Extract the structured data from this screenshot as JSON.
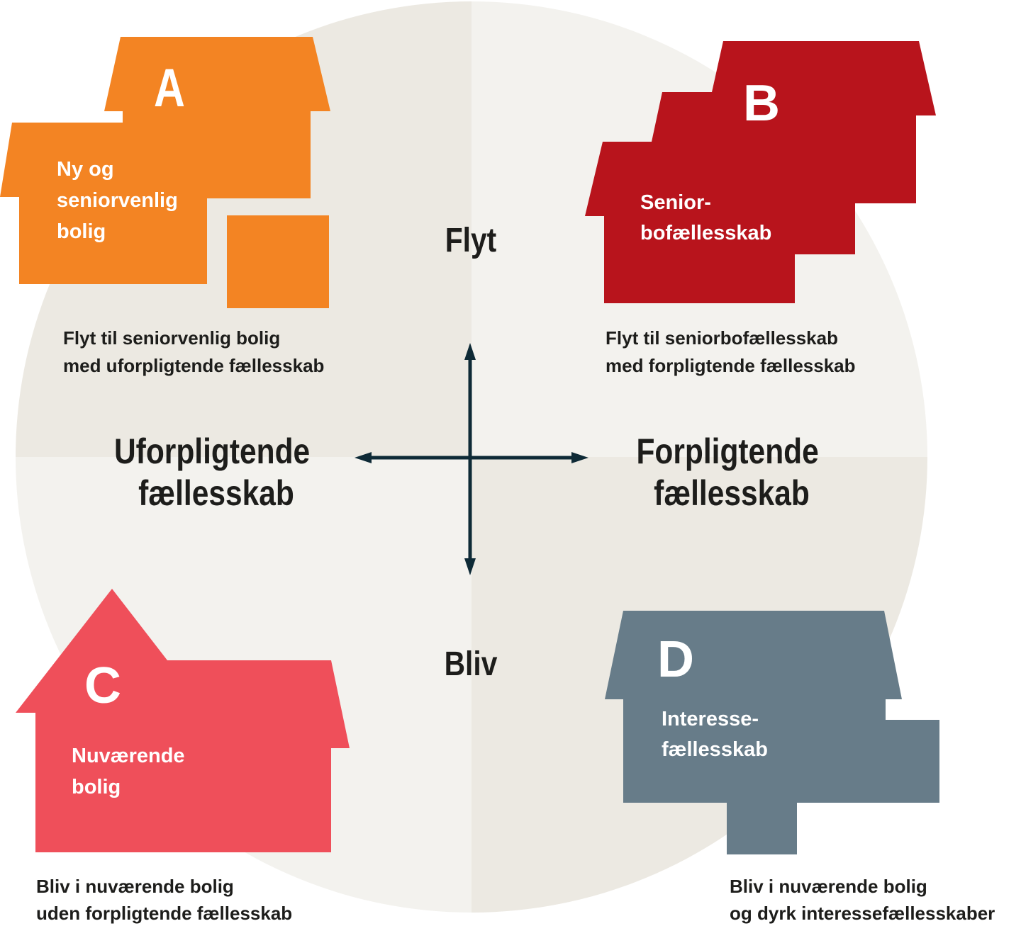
{
  "colors": {
    "house_a": "#f38423",
    "house_b": "#b8141c",
    "house_c": "#ef4f5a",
    "house_d": "#677c89",
    "quadrant_dark": "#ece9e2",
    "quadrant_light": "#f3f2ee",
    "arrows": "#0e2a36"
  },
  "axes": {
    "top": "Flyt",
    "bottom": "Bliv",
    "left": [
      "Uforpligtende",
      "fællesskab"
    ],
    "right": [
      "Forpligtende",
      "fællesskab"
    ]
  },
  "houses": {
    "a": {
      "letter": "A",
      "label": [
        "Ny og",
        "seniorvenlig",
        "bolig"
      ],
      "caption": [
        "Flyt til seniorvenlig bolig",
        "med uforpligtende fællesskab"
      ]
    },
    "b": {
      "letter": "B",
      "label": [
        "Senior-",
        "bofællesskab"
      ],
      "caption": [
        "Flyt til seniorbofællesskab",
        "med forpligtende fællesskab"
      ]
    },
    "c": {
      "letter": "C",
      "label": [
        "Nuværende",
        "bolig"
      ],
      "caption": [
        "Bliv i nuværende bolig",
        "uden forpligtende fællesskab"
      ]
    },
    "d": {
      "letter": "D",
      "label": [
        "Interesse-",
        "fællesskab"
      ],
      "caption": [
        "Bliv i nuværende bolig",
        "og dyrk interessefællesskaber"
      ]
    }
  }
}
